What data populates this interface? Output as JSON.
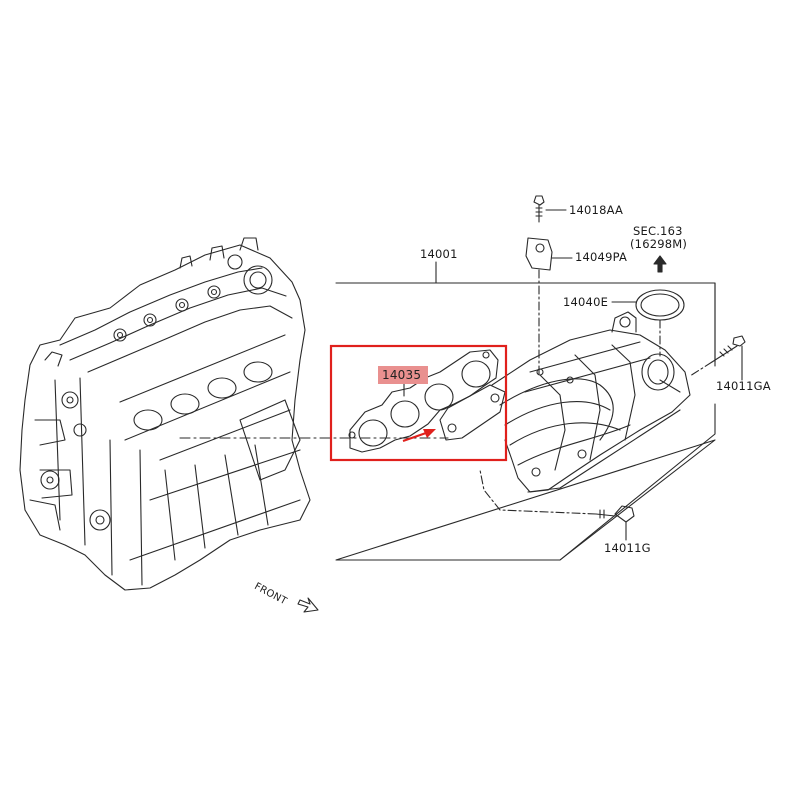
{
  "diagram": {
    "colors": {
      "line": "#2a2a2a",
      "highlight_box": "#e0201c",
      "highlight_fill": "#e9908f",
      "arrow": "#e0201c"
    },
    "labels": {
      "assembly": "14001",
      "gasket": "14035",
      "bolt_top": "14018AA",
      "bracket": "14049PA",
      "sec_ref_line1": "SEC.163",
      "sec_ref_line2": "(16298M)",
      "o_ring": "14040E",
      "bolt_right": "14011GA",
      "bolt_bottom": "14011G",
      "front": "FRONT"
    }
  }
}
